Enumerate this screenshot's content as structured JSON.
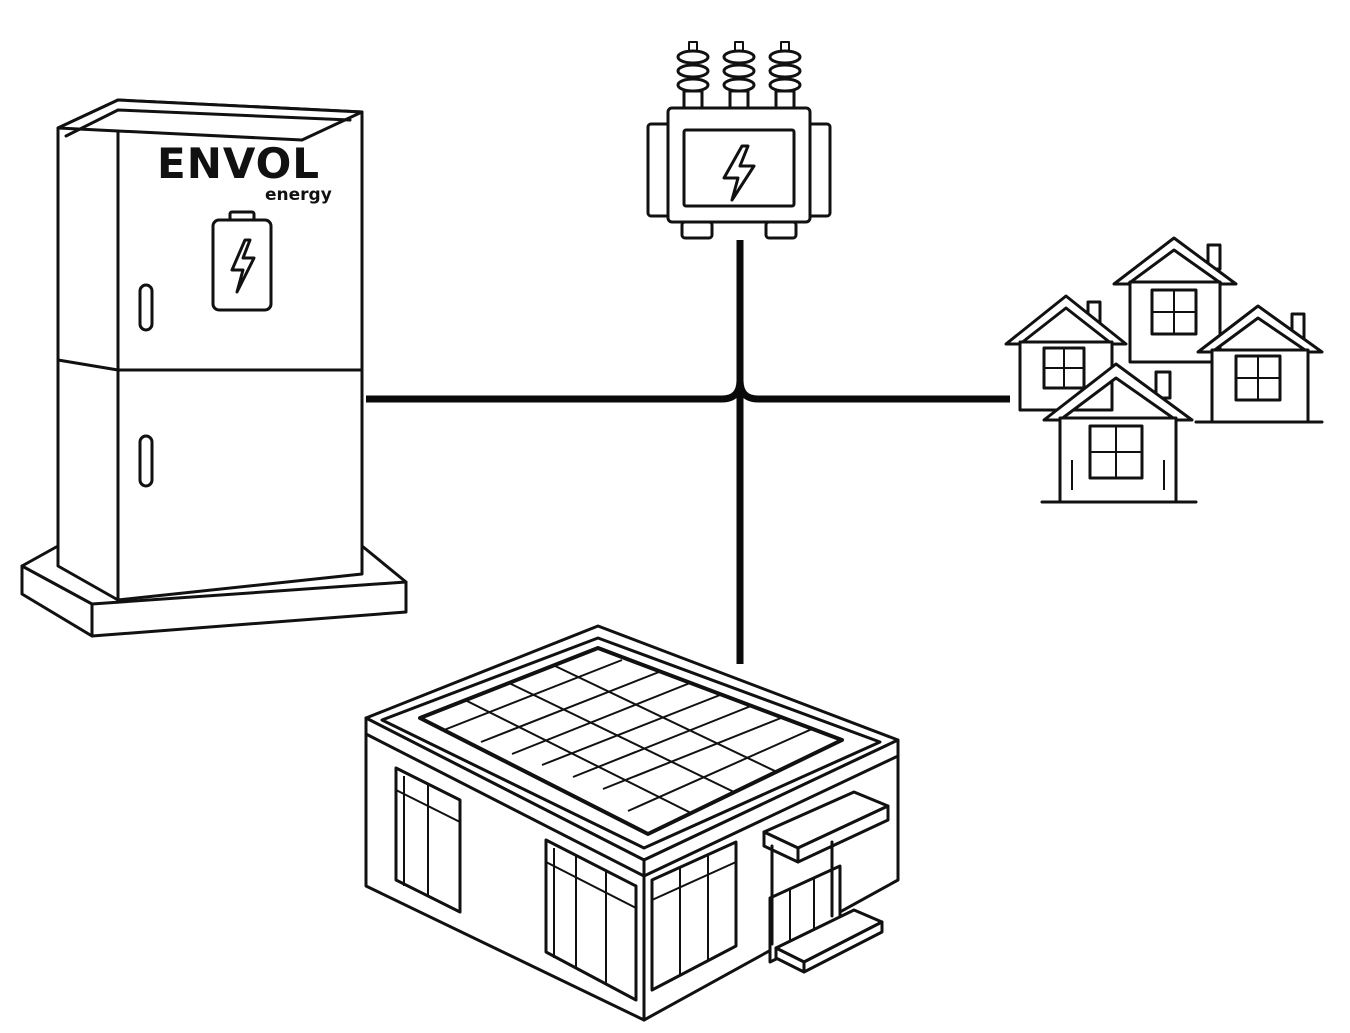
{
  "brand": {
    "name": "ENVOL",
    "tagline": "energy"
  },
  "components": [
    {
      "id": "battery-cabinet",
      "icon": "battery-bolt-icon"
    },
    {
      "id": "transformer",
      "icon": "bolt-icon"
    },
    {
      "id": "houses"
    },
    {
      "id": "solar-building"
    }
  ],
  "colors": {
    "line": "#111111",
    "cable": "#0a0a0a",
    "background": "#ffffff"
  }
}
